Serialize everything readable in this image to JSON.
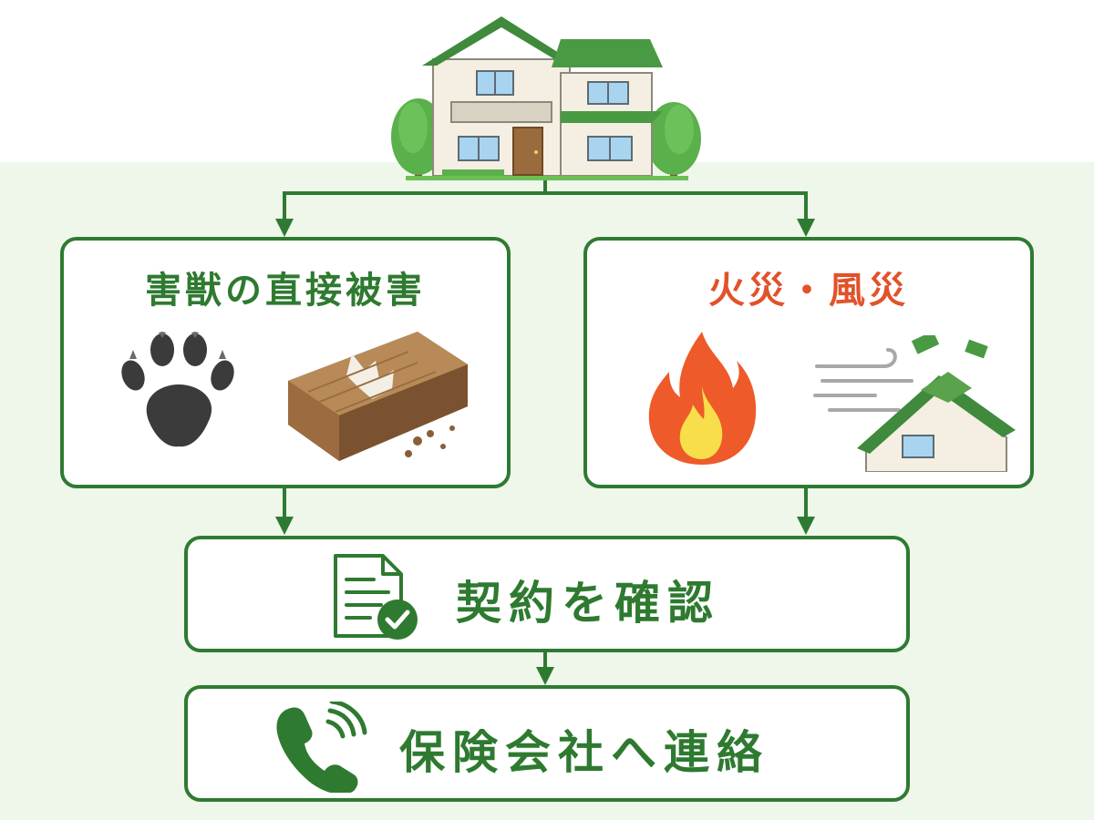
{
  "top": {
    "house_icon": "house-icon"
  },
  "nodes": {
    "wildlife": {
      "title": "害獣の直接被害",
      "icons": [
        "paw-print-icon",
        "broken-wood-icon"
      ]
    },
    "disaster": {
      "title": "火災・風災",
      "icons": [
        "fire-icon",
        "wind-damaged-roof-icon"
      ]
    },
    "contract": {
      "label": "契約を確認",
      "icon": "document-check-icon"
    },
    "insurer": {
      "label": "保険会社へ連絡",
      "icon": "phone-icon"
    }
  },
  "colors": {
    "primary_green": "#2e7a30",
    "fire_title": "#e2522a",
    "background_band": "#eef7ea"
  }
}
